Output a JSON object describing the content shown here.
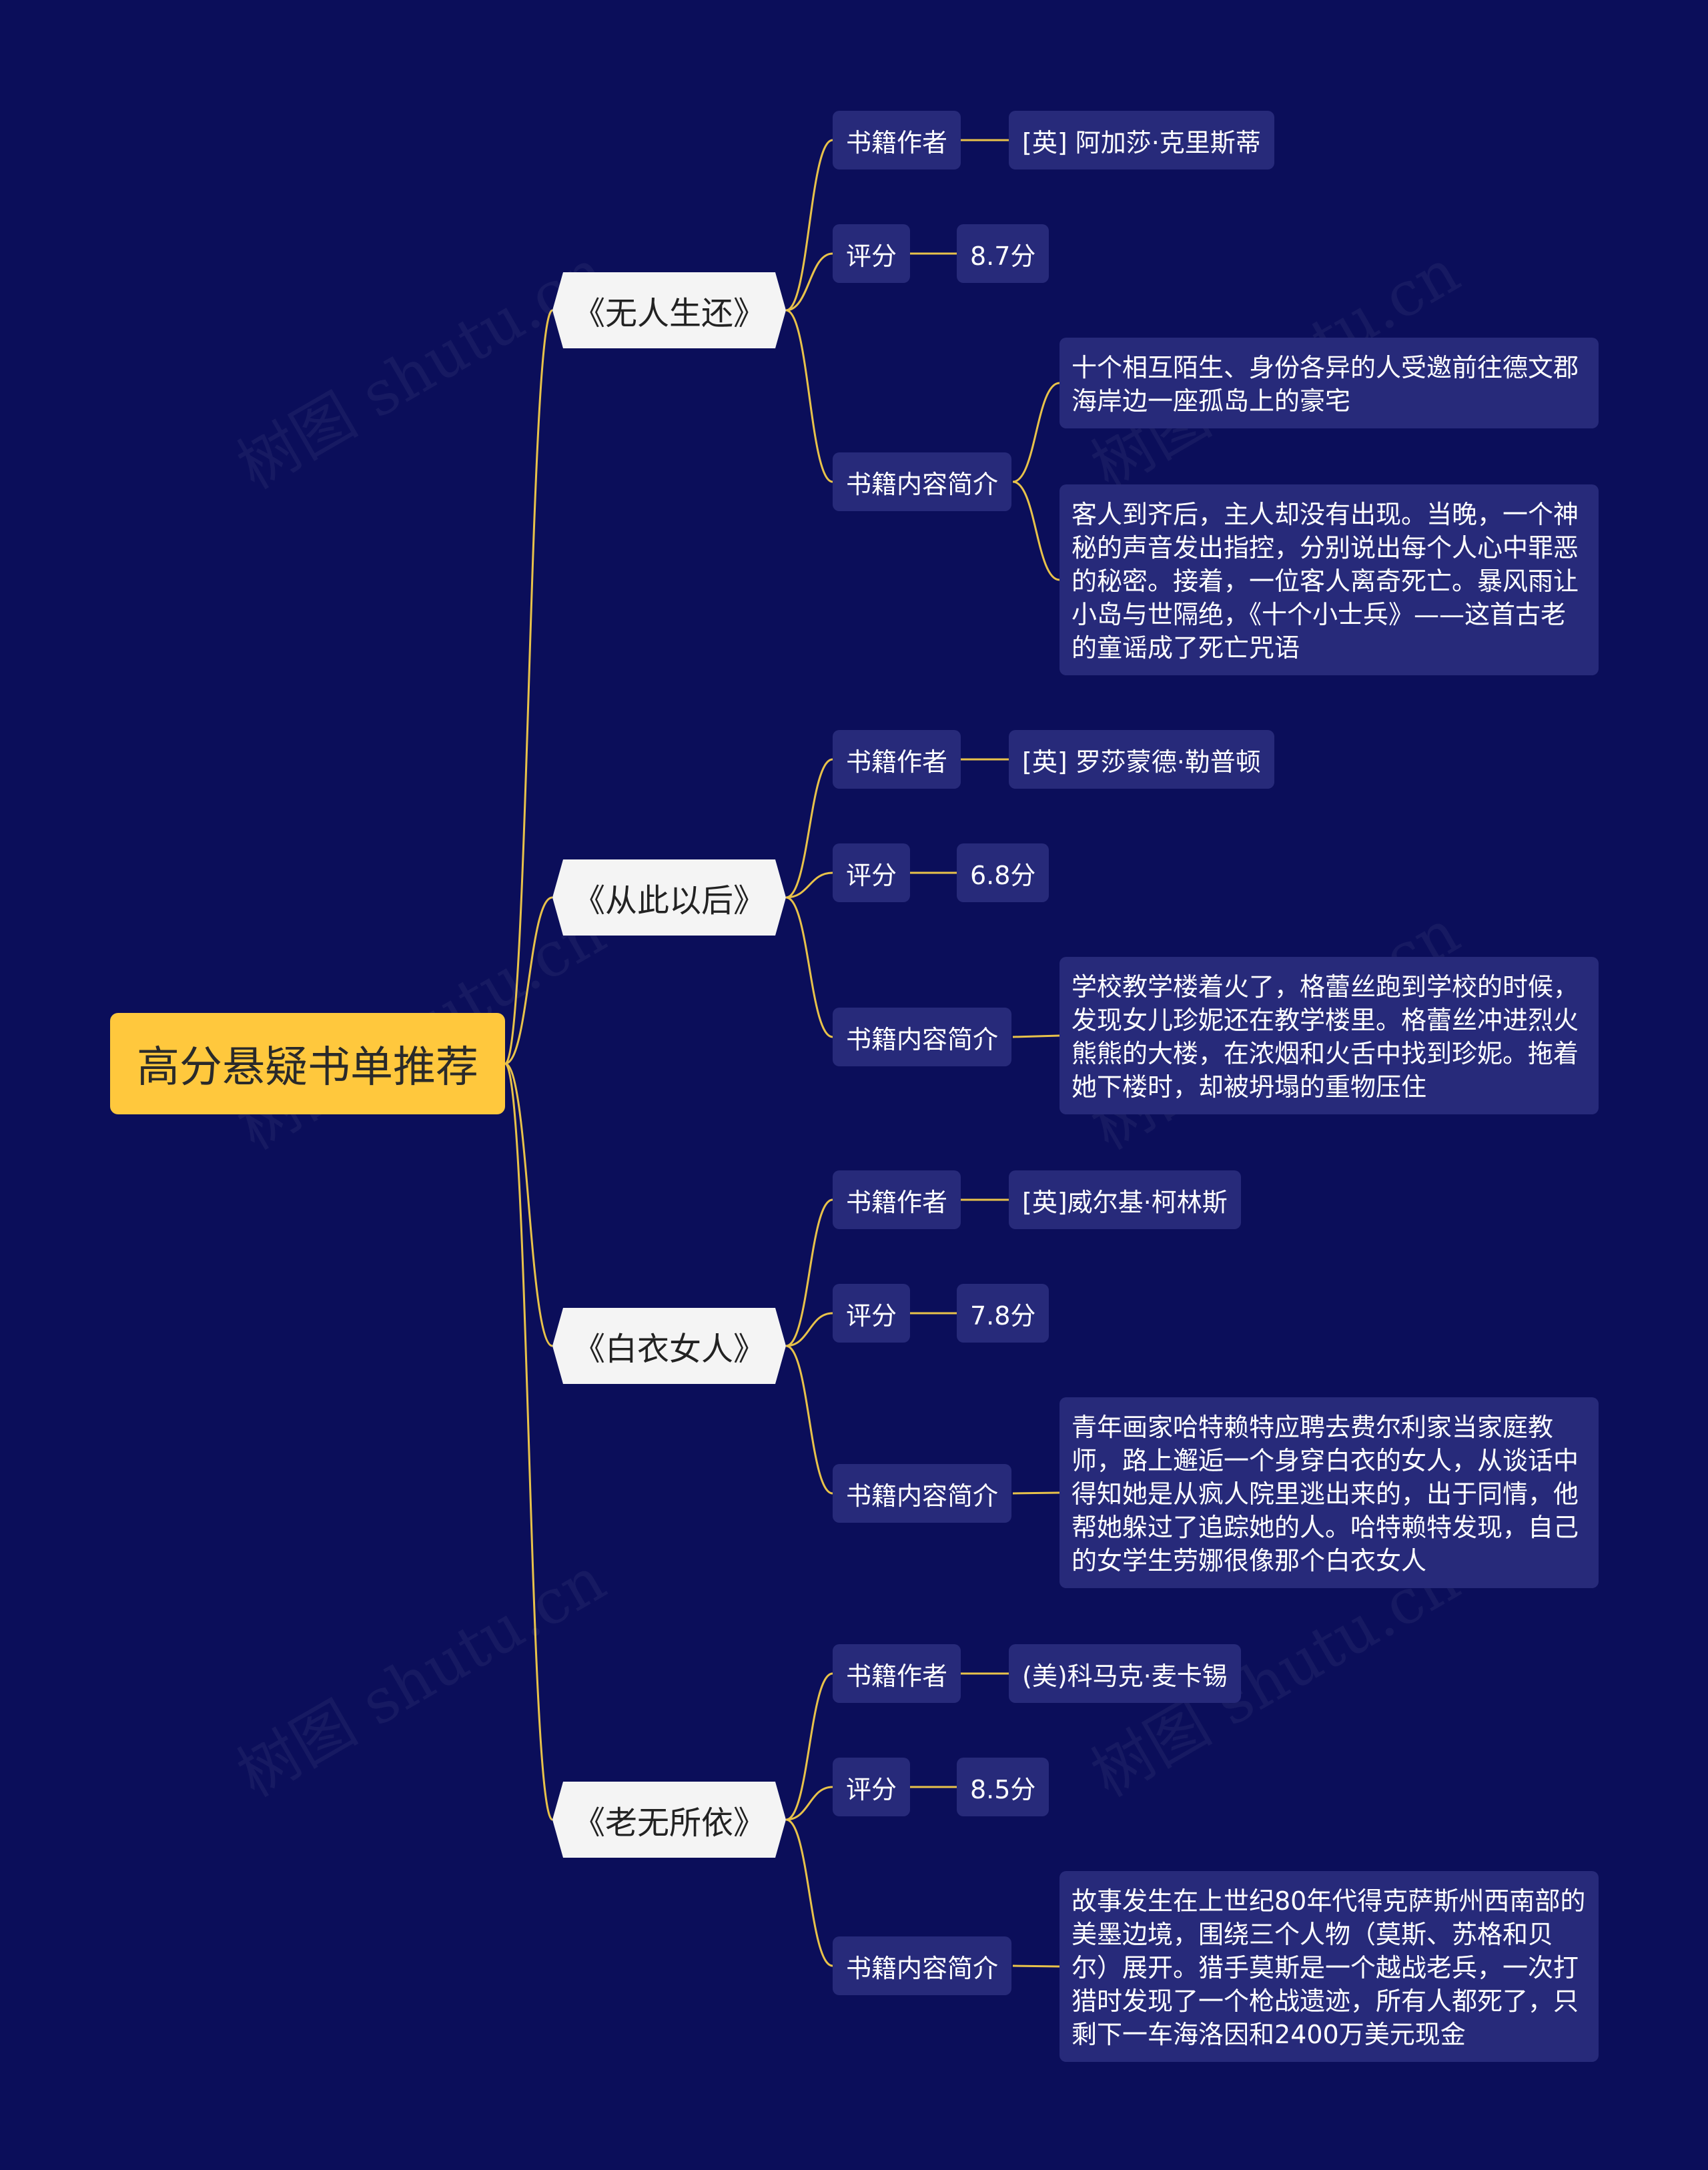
{
  "root": {
    "title": "高分悬疑书单推荐"
  },
  "watermark": "树图 shutu.cn",
  "books": [
    {
      "title": "《无人生还》",
      "author_label": "书籍作者",
      "author": "[英] 阿加莎·克里斯蒂",
      "rating_label": "评分",
      "rating": "8.7分",
      "summary_label": "书籍内容简介",
      "summaries": [
        "十个相互陌生、身份各异的人受邀前往德文郡海岸边一座孤岛上的豪宅",
        "客人到齐后，主人却没有出现。当晚，一个神秘的声音发出指控，分别说出每个人心中罪恶的秘密。接着，一位客人离奇死亡。暴风雨让小岛与世隔绝，《十个小士兵》——这首古老的童谣成了死亡咒语"
      ]
    },
    {
      "title": "《从此以后》",
      "author_label": "书籍作者",
      "author": "[英] 罗莎蒙德·勒普顿",
      "rating_label": "评分",
      "rating": "6.8分",
      "summary_label": "书籍内容简介",
      "summaries": [
        "学校教学楼着火了，格蕾丝跑到学校的时候，发现女儿珍妮还在教学楼里。格蕾丝冲进烈火熊熊的大楼，在浓烟和火舌中找到珍妮。拖着她下楼时，却被坍塌的重物压住"
      ]
    },
    {
      "title": "《白衣女人》",
      "author_label": "书籍作者",
      "author": "[英]威尔基·柯林斯",
      "rating_label": "评分",
      "rating": "7.8分",
      "summary_label": "书籍内容简介",
      "summaries": [
        "青年画家哈特赖特应聘去费尔利家当家庭教师，路上邂逅一个身穿白衣的女人，从谈话中得知她是从疯人院里逃出来的，出于同情，他帮她躲过了追踪她的人。哈特赖特发现，自己的女学生劳娜很像那个白衣女人"
      ]
    },
    {
      "title": "《老无所依》",
      "author_label": "书籍作者",
      "author": "(美)科马克·麦卡锡",
      "rating_label": "评分",
      "rating": "8.5分",
      "summary_label": "书籍内容简介",
      "summaries": [
        "故事发生在上世纪80年代得克萨斯州西南部的美墨边境，围绕三个人物（莫斯、苏格和贝尔）展开。猎手莫斯是一个越战老兵，一次打猎时发现了一个枪战遗迹，所有人都死了，只剩下一车海洛因和2400万美元现金"
      ]
    }
  ],
  "colors": {
    "background": "#0b0e5a",
    "root": "#ffc83d",
    "node": "#272a7a",
    "line": "#e8c24a"
  }
}
